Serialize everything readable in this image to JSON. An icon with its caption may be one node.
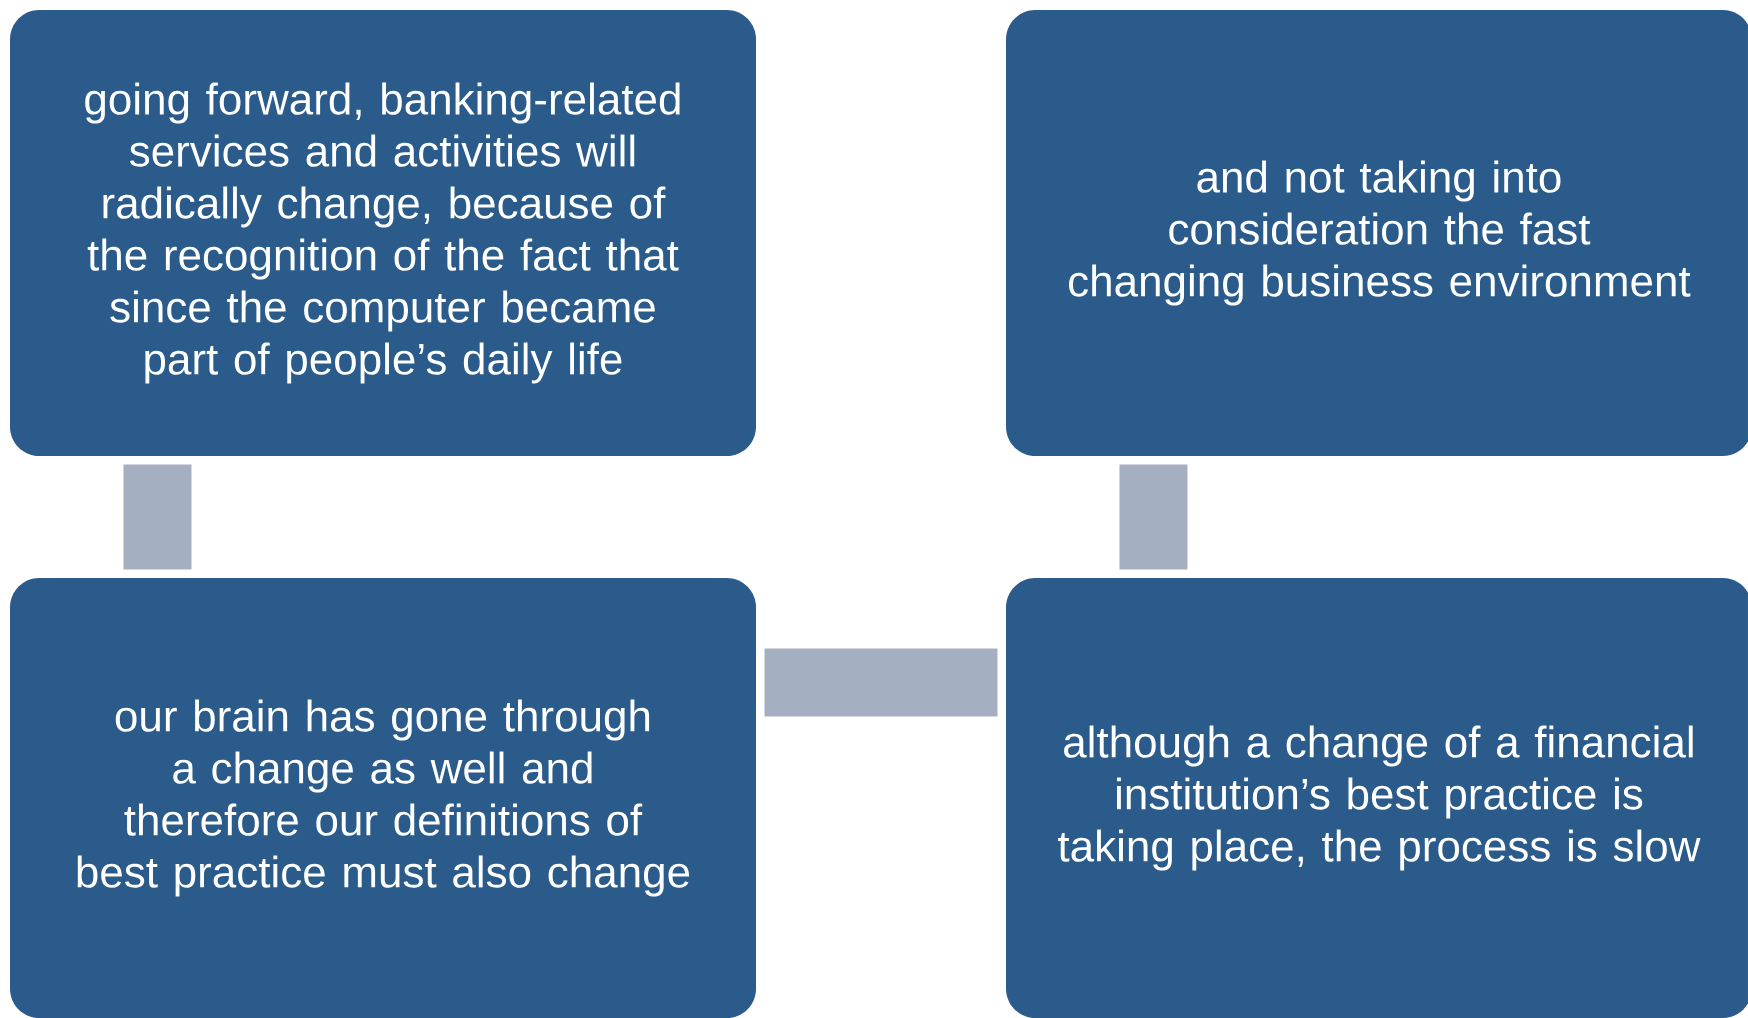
{
  "diagram": {
    "nodes": [
      {
        "text": [
          "going forward, banking-related services and activities will radically change, because of the recognition of the fact that since the computer became part of people’s daily life"
        ]
      },
      {
        "text": [
          "and not taking into consideration the fast changing business environment"
        ]
      },
      {
        "text": [
          "our brain has gone through a change as well and therefore our definitions of best practice must also change"
        ]
      },
      {
        "text": [
          "although a change of a financial institution’s best practice is taking place, the process is slow"
        ]
      }
    ],
    "edges": [
      {
        "from": 0,
        "to": 2,
        "arrow": "none"
      },
      {
        "from": 2,
        "to": 3,
        "arrow": "none"
      },
      {
        "from": 3,
        "to": 1,
        "arrow": "none"
      }
    ]
  }
}
